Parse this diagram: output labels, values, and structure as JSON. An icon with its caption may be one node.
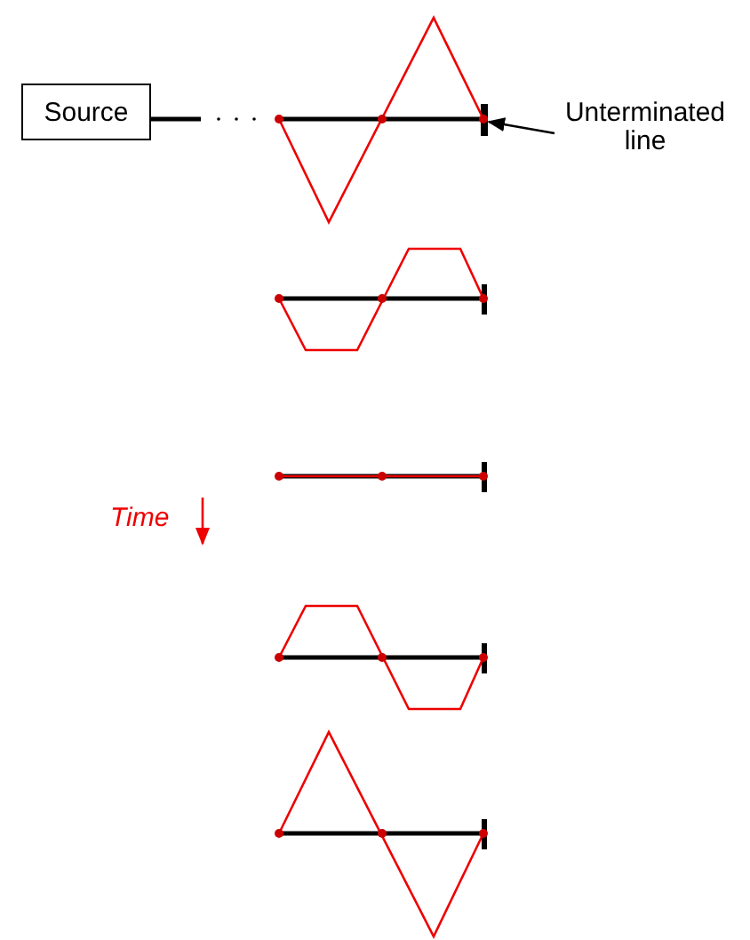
{
  "diagram": {
    "nodes": [
      {
        "text": [
          "Source"
        ]
      },
      {
        "text": [
          "Unterminated line"
        ]
      },
      {
        "text": [],
        "shape": "bar"
      }
    ],
    "edges": [
      {
        "from": 1,
        "to": 2,
        "arrow": "to"
      }
    ],
    "labels": [
      "Time"
    ]
  }
}
